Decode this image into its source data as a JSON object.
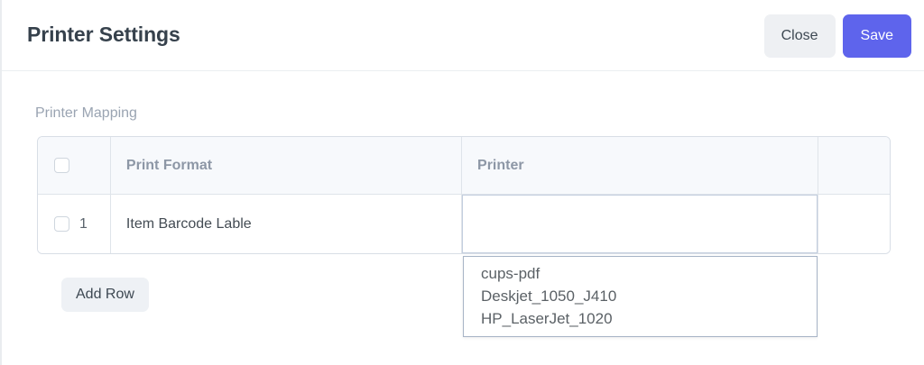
{
  "header": {
    "title": "Printer Settings",
    "close_label": "Close",
    "save_label": "Save",
    "primary_color": "#5e64ec",
    "secondary_color": "#eef0f3"
  },
  "body": {
    "section_label": "Printer Mapping",
    "add_row_label": "Add Row"
  },
  "grid": {
    "columns": [
      {
        "key": "check",
        "label": ""
      },
      {
        "key": "print_format",
        "label": "Print Format"
      },
      {
        "key": "printer",
        "label": "Printer"
      },
      {
        "key": "extra",
        "label": ""
      }
    ],
    "rows": [
      {
        "index": "1",
        "print_format": "Item Barcode Lable",
        "printer": "",
        "checked": false
      }
    ]
  },
  "dropdown": {
    "visible": true,
    "options": [
      "cups-pdf",
      "Deskjet_1050_J410",
      "HP_LaserJet_1020"
    ]
  }
}
